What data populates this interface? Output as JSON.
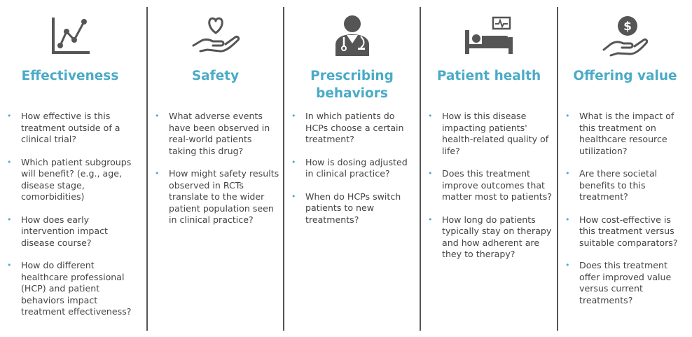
{
  "columns": [
    {
      "title_lines": [
        "Effectiveness"
      ],
      "icon": "line-chart-icon",
      "items": [
        "How effective is this treatment outside of a clinical trial?",
        "Which patient subgroups will benefit? (e.g., age, disease stage, comorbidities)",
        "How does early intervention impact disease course?",
        "How do different healthcare professional (HCP) and patient behaviors impact treatment effectiveness?"
      ]
    },
    {
      "title_lines": [
        "Safety"
      ],
      "icon": "heart-hand-icon",
      "items": [
        "What adverse events have been observed in real-world patients taking this drug?",
        "How might safety results observed in RCTs translate to the wider patient population seen in clinical practice?"
      ]
    },
    {
      "title_lines": [
        "Prescribing",
        "behaviors"
      ],
      "icon": "doctor-icon",
      "items": [
        "In which patients do HCPs choose a certain treatment?",
        "How is dosing adjusted in clinical practice?",
        "When do HCPs switch patients to new treatments?"
      ]
    },
    {
      "title_lines": [
        "Patient health"
      ],
      "icon": "hospital-bed-icon",
      "items": [
        "How is this disease impacting patients' health-related quality of life?",
        "Does this treatment improve outcomes that matter most to patients?",
        "How long do patients typically stay on therapy and how adherent are they to therapy?"
      ]
    },
    {
      "title_lines": [
        "Offering value"
      ],
      "icon": "money-hand-icon",
      "items": [
        "What is the impact of this treatment on healthcare resource utilization?",
        "Are there societal benefits to this treatment?",
        "How cost-effective is this treatment versus suitable comparators?",
        "Does this treatment offer improved value versus current treatments?"
      ]
    }
  ],
  "colors": {
    "accent": "#4aabc6",
    "icon": "#555555",
    "text": "#444444"
  },
  "bullet_glyph": "•"
}
